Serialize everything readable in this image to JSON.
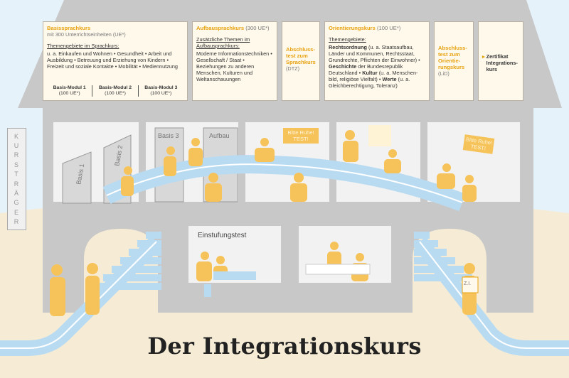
{
  "title": "Der Integrationskurs",
  "side_label": "KURSTRÄGER",
  "panels": {
    "basis": {
      "title": "Basissprachkurs",
      "subtitle": "mit 300 Unterrichtseinheiten (UE*)",
      "heading": "Themengebiete im Sprachkurs:",
      "body": "u. a. Einkaufen und Wohnen • Gesundheit • Arbeit und Ausbildung • Betreuung und Erziehung von Kindern • Freizeit und soziale Kontakte • Mobilität • Mediennutzung",
      "modules": [
        {
          "name": "Basis-Modul 1",
          "ue": "(100 UE*)"
        },
        {
          "name": "Basis-Modul 2",
          "ue": "(100 UE*)"
        },
        {
          "name": "Basis-Modul 3",
          "ue": "(100 UE*)"
        }
      ]
    },
    "aufbau": {
      "title": "Aufbausprachkurs",
      "ue": "(300 UE*)",
      "heading": "Zusätzliche Themen im Aufbausprachkurs:",
      "body": "Moderne Informationstech­niken • Gesellschaft / Staat • Beziehungen zu anderen Menschen, Kulturen und Weltanschauungen"
    },
    "abschluss_sprach": {
      "title": "Abschluss­test zum Sprachkurs",
      "abbr": "(DTZ)"
    },
    "orientierung": {
      "title": "Orientierungskurs",
      "ue": "(100 UE*)",
      "heading": "Themengebiete:",
      "t1": "Rechtsordnung",
      "b1": " (u. a. Staatsaufbau, Länder und Kommunen, Rechtsstaat, Grundrechte, Pflichten der Einwohner) • ",
      "t2": "Geschichte",
      "b2": " der Bundesrepublik Deutschland • ",
      "t3": "Kultur",
      "b3": " (u. a. Menschen­bild, religiöse Vielfalt) • ",
      "t4": "Werte",
      "b4": " (u. a. Gleichberechtigung, Toleranz)"
    },
    "abschluss_orient": {
      "title": "Abschluss­test zum Orientie­rungskurs",
      "abbr": "(LiD)"
    },
    "zertifikat": {
      "arrow": "▸",
      "title": "Zertifikat Integrations­kurs"
    }
  },
  "rooms": {
    "basis1": "Basis 1",
    "basis2": "Basis 2",
    "basis3": "Basis 3",
    "aufbau": "Aufbau",
    "sign1": "Bitte Ruhe! TEST!",
    "sign2": "Bitte Ruhe! TEST!",
    "einstufung": "Einstufungstest",
    "zi": "Z.I."
  },
  "colors": {
    "sky": "#e6f2fa",
    "ground": "#f6ecd6",
    "building": "#c8c8c8",
    "room": "#f2f2f2",
    "panel": "#fff9ec",
    "accent": "#e7a20f",
    "figure": "#f6c35a",
    "path": "#b9dbf1"
  }
}
